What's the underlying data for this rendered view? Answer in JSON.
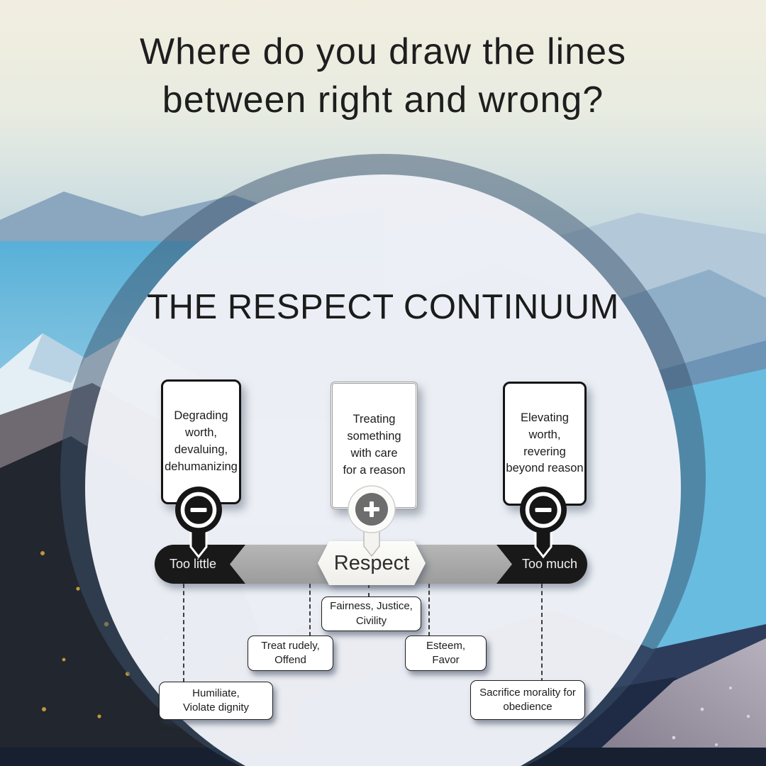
{
  "heading": {
    "text": "Where do you draw the lines\nbetween right and wrong?"
  },
  "diagram": {
    "title": "THE RESPECT CONTINUUM",
    "cards": {
      "left": {
        "text": "Degrading\nworth,\ndevaluing,\ndehumanizing",
        "sign": "minus"
      },
      "center": {
        "text": "Treating\nsomething\nwith care\nfor a reason",
        "sign": "plus"
      },
      "right": {
        "text": "Elevating\nworth,\nrevering\nbeyond reason",
        "sign": "minus"
      }
    },
    "bar": {
      "left_label": "Too little",
      "center_label": "Respect",
      "right_label": "Too much"
    },
    "outcomes": {
      "fairness": "Fairness, Justice,\nCivility",
      "treat": "Treat rudely,\nOffend",
      "esteem": "Esteem,\nFavor",
      "humiliate": "Humiliate,\nViolate dignity",
      "sacrifice": "Sacrifice morality for\nobedience"
    }
  },
  "colors": {
    "bar_black": "#191919",
    "bar_gray": "#a7a7a7",
    "respect_white": "#f7f6f3",
    "ring_overlay": "rgba(58,82,108,0.50)",
    "inner_circle": "rgba(240,243,248,0.965)",
    "marker_gray": "#6d6d6d",
    "sky_top": "#f1eee0",
    "mountain_navy": "#2e3c5c",
    "amber_speck": "#c0983c"
  }
}
